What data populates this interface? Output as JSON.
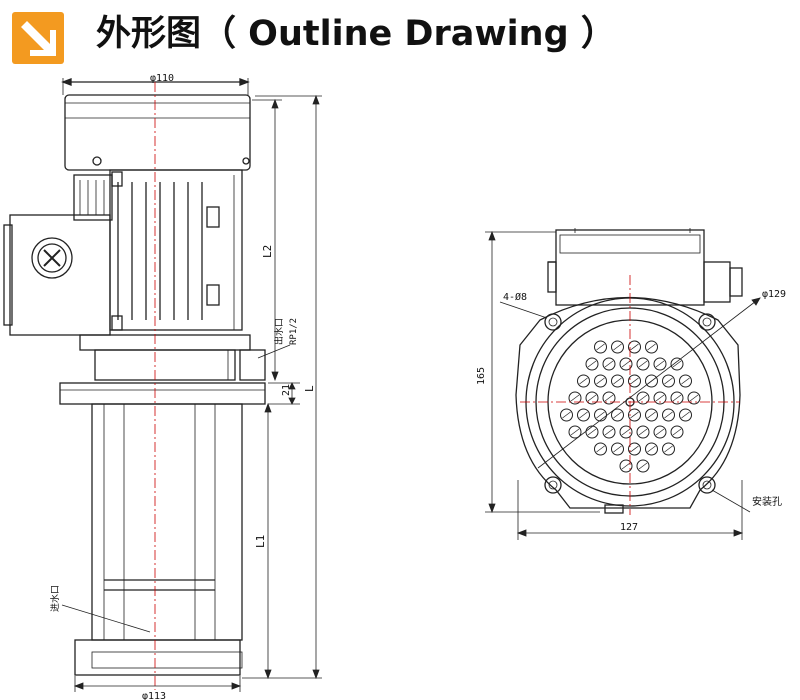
{
  "header": {
    "title": "外形图（ Outline Drawing ）",
    "logo_color": "#f39a20"
  },
  "side_view": {
    "dim_top_width": "φ110",
    "dim_l2": "L2",
    "dim_l": "L",
    "dim_21": "21",
    "dim_l1": "L1",
    "dim_bottom_width": "φ113",
    "outlet_label": "出水口",
    "outlet_thread": "RP1/2",
    "inlet_label": "进水口"
  },
  "end_view": {
    "holes_label": "4-Ø8",
    "diameter_label": "φ129",
    "height_label": "165",
    "width_label": "127",
    "mount_label": "安装孔"
  }
}
